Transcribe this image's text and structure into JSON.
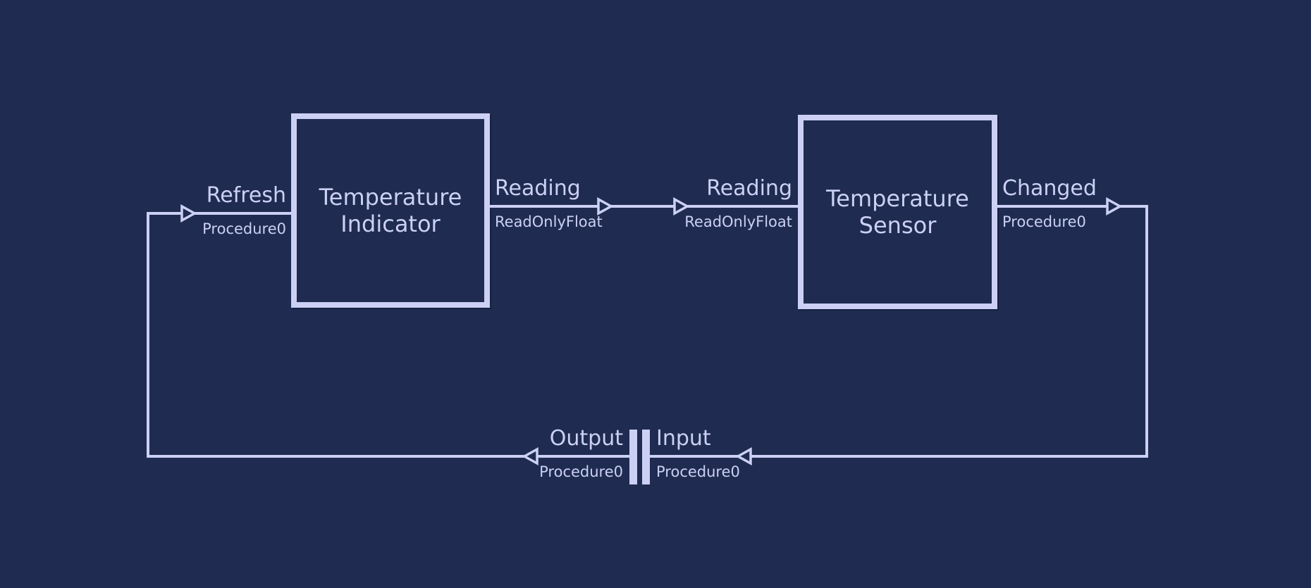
{
  "colors": {
    "background": "#1f2b50",
    "accent": "#cbd0f4"
  },
  "components": [
    {
      "title": "Temperature Indicator"
    },
    {
      "title": "Temperature Sensor"
    }
  ],
  "connections": {
    "refresh": {
      "name": "Refresh",
      "type": "Procedure0"
    },
    "reading_left": {
      "name": "Reading",
      "type": "ReadOnlyFloat"
    },
    "reading_right": {
      "name": "Reading",
      "type": "ReadOnlyFloat"
    },
    "changed": {
      "name": "Changed",
      "type": "Procedure0"
    },
    "output": {
      "name": "Output",
      "type": "Procedure0"
    },
    "input": {
      "name": "Input",
      "type": "Procedure0"
    }
  }
}
